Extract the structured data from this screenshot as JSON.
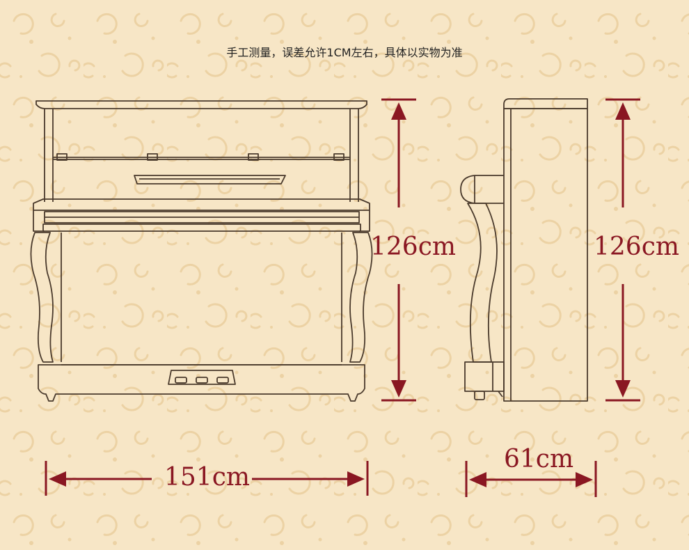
{
  "header": {
    "note": "手工测量，误差允许1CM左右，具体以实物为准"
  },
  "dimensions": {
    "front_height": "126cm",
    "side_height": "126cm",
    "width": "151cm",
    "depth": "61cm"
  },
  "colors": {
    "background": "#f7e6c6",
    "swirl": "#ecd2a4",
    "line": "#4a3a2c",
    "dimension": "#8a1722"
  }
}
